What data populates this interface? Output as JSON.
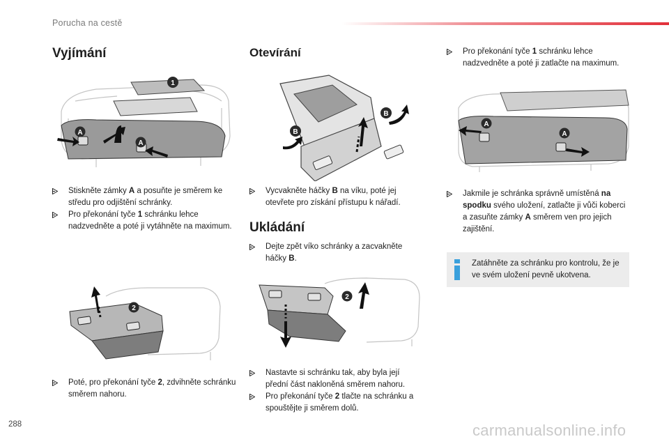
{
  "header": {
    "section_title": "Porucha na cestě"
  },
  "colors": {
    "accent_red": "#e2303a",
    "info_blue": "#3aa0dc",
    "info_bg": "#ececec"
  },
  "headings": {
    "removal": "Vyjímání",
    "opening": "Otevírání",
    "storing": "Ukládání"
  },
  "removal_steps_1": [
    {
      "pre": "Stiskněte zámky ",
      "bold": "A",
      "post": " a posuňte je směrem ke středu pro odjištění schránky."
    },
    {
      "pre": "Pro překonání tyče ",
      "bold": "1",
      "post": " schránku lehce nadzvedněte a poté ji vytáhněte na maximum."
    }
  ],
  "removal_steps_2": [
    {
      "pre": "Poté, pro překonání tyče ",
      "bold": "2",
      "post": ", zdvihněte schránku směrem nahoru."
    }
  ],
  "opening_steps": [
    {
      "pre": "Vycvakněte háčky ",
      "bold": "B",
      "post": " na víku, poté jej otevřete pro získání přístupu k nářadí."
    }
  ],
  "storing_steps_1": [
    {
      "pre": "Dejte zpět víko schránky a zacvakněte háčky ",
      "bold": "B",
      "post": "."
    }
  ],
  "storing_steps_2": [
    {
      "pre": "Nastavte si schránku tak, aby byla její přední část nakloněná směrem nahoru.",
      "bold": "",
      "post": ""
    },
    {
      "pre": "Pro překonání tyče ",
      "bold": "2",
      "post": " tlačte na schránku a spouštějte ji směrem dolů."
    }
  ],
  "right_steps_1": [
    {
      "pre": "Pro překonání tyče ",
      "bold": "1",
      "post": " schránku lehce nadzvedněte a poté ji zatlačte na maximum."
    }
  ],
  "right_steps_2": [
    {
      "pre": "Jakmile je schránka správně umístěná ",
      "bold": "na spodku",
      "post": " svého uložení, zatlačte ji vůči koberci a zasuňte zámky ",
      "bold2": "A",
      "post2": " směrem ven pro jejich zajištění."
    }
  ],
  "info": {
    "text": "Zatáhněte za schránku pro kontrolu, že je ve svém uložení pevně ukotvena."
  },
  "figure_labels": {
    "one": "1",
    "two": "2",
    "a": "A",
    "b": "B"
  },
  "icons": {
    "bullet": "arrow-bullet-icon",
    "info": "info-i-icon"
  },
  "footer": {
    "page_number": "288",
    "watermark": "carmanualsonline.info"
  }
}
